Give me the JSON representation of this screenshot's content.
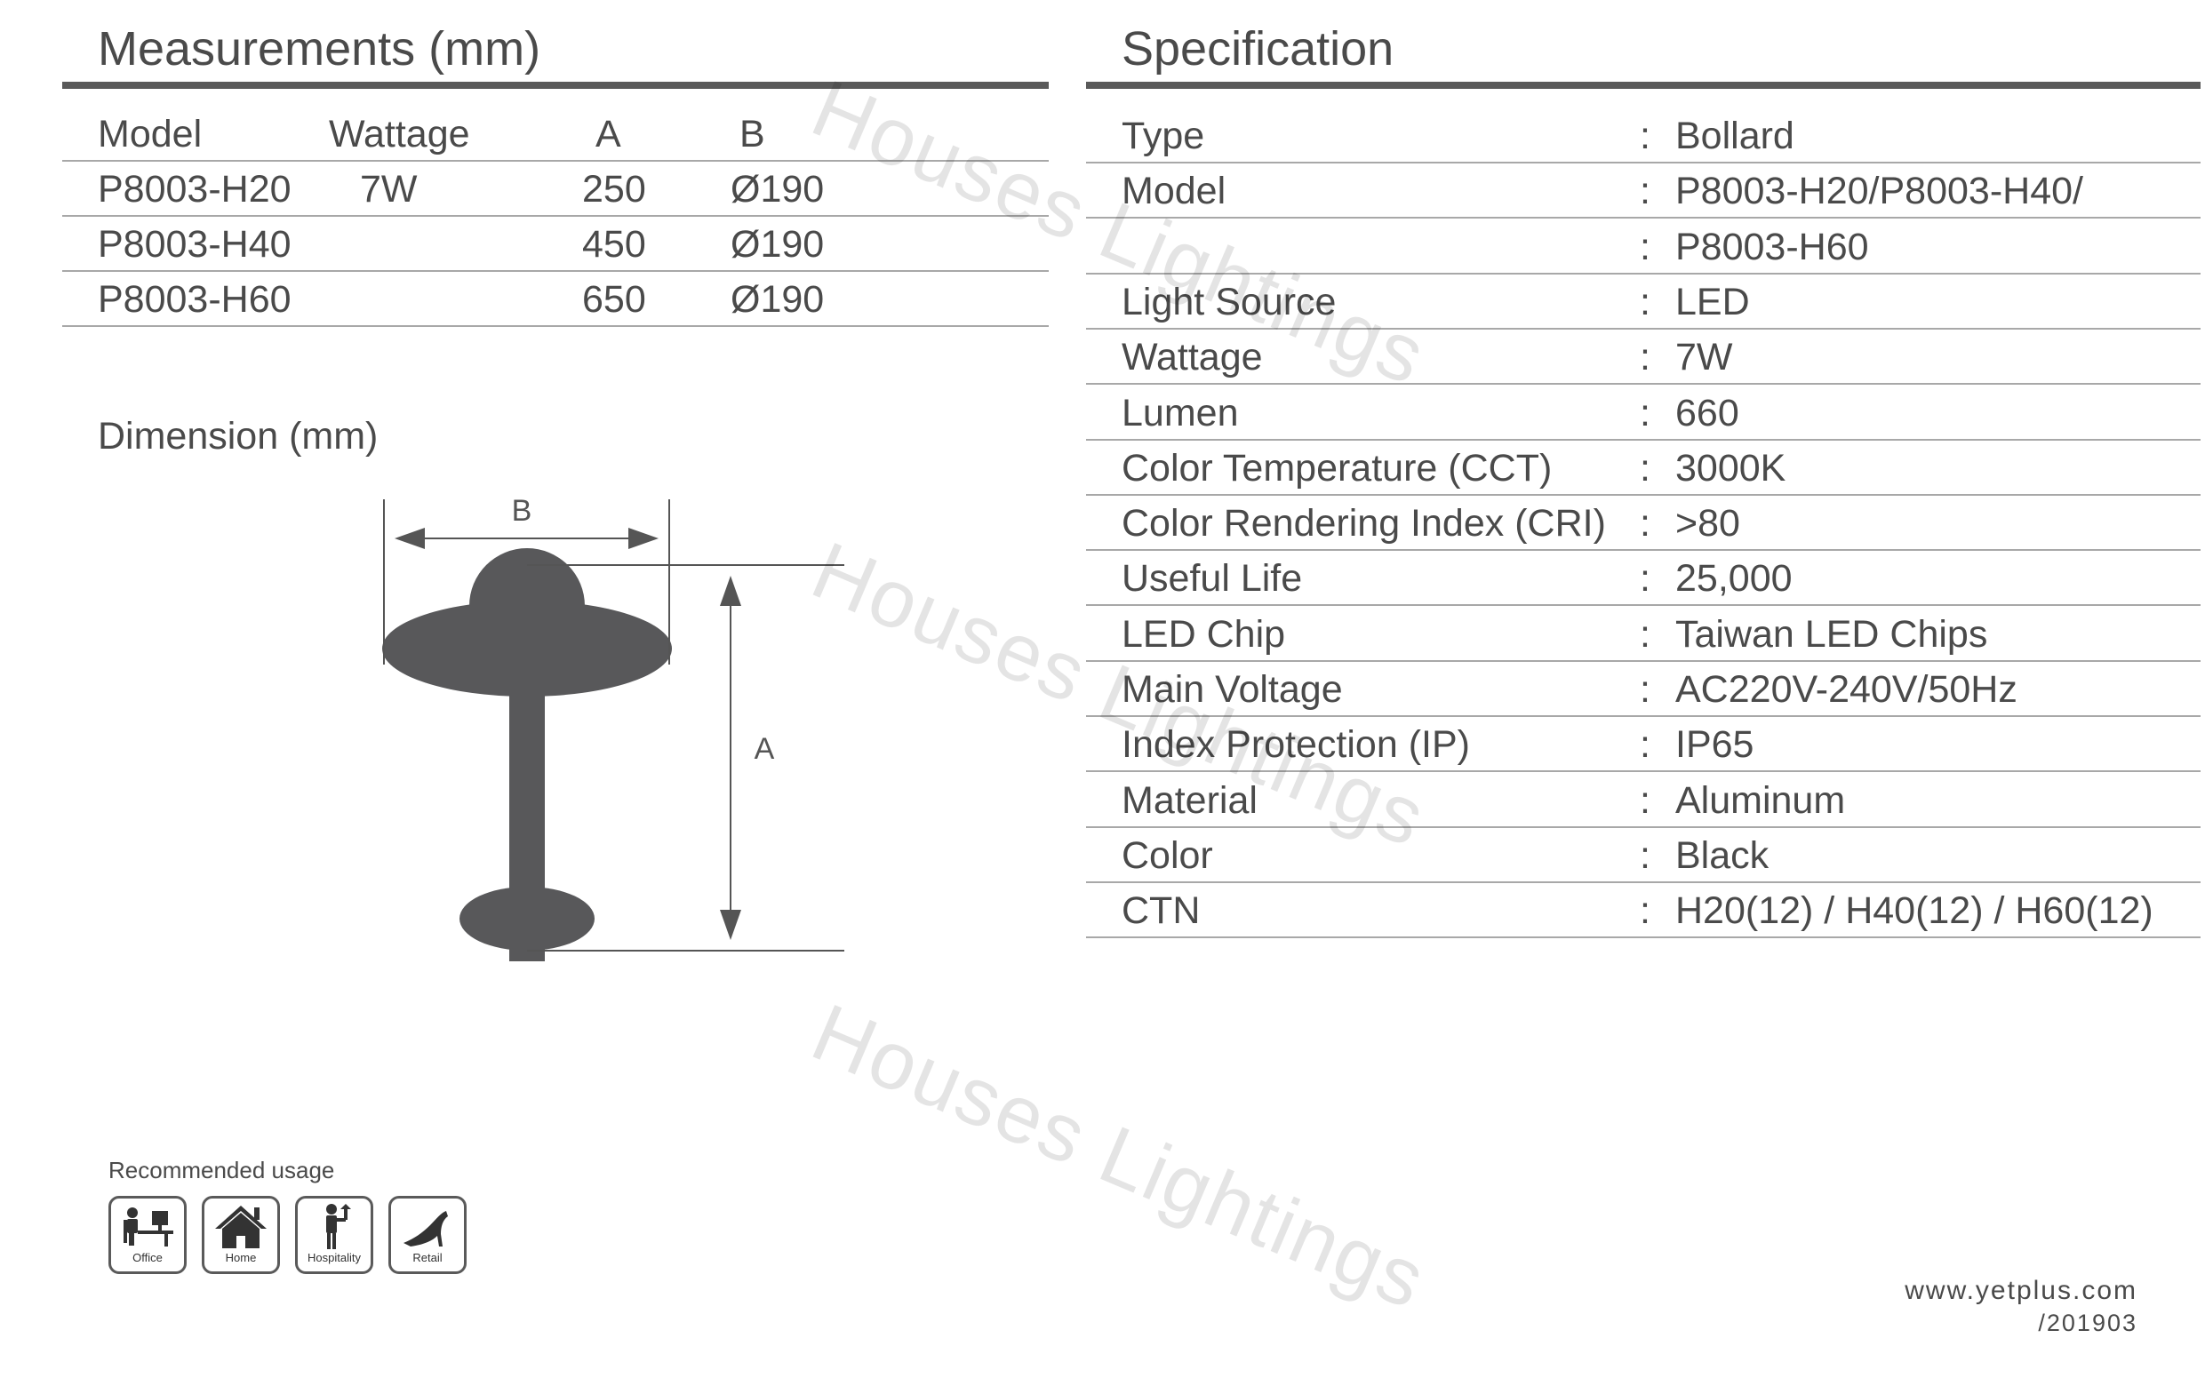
{
  "measurements": {
    "title": "Measurements (mm)",
    "headers": {
      "model": "Model",
      "wattage": "Wattage",
      "a": "A",
      "b": "B"
    },
    "rows": [
      {
        "model": "P8003-H20",
        "wattage": "7W",
        "a": "250",
        "b": "Ø190"
      },
      {
        "model": "P8003-H40",
        "wattage": "",
        "a": "450",
        "b": "Ø190"
      },
      {
        "model": "P8003-H60",
        "wattage": "",
        "a": "650",
        "b": "Ø190"
      }
    ]
  },
  "dimension": {
    "title": "Dimension (mm)",
    "label_b": "B",
    "label_a": "A"
  },
  "specification": {
    "title": "Specification",
    "separator": ":",
    "rows": [
      {
        "label": "Type",
        "value": "Bollard"
      },
      {
        "label": "Model",
        "value": "P8003-H20/P8003-H40/"
      },
      {
        "label": "",
        "value": "P8003-H60"
      },
      {
        "label": "Light Source",
        "value": "LED"
      },
      {
        "label": "Wattage",
        "value": "7W"
      },
      {
        "label": "Lumen",
        "value": "660"
      },
      {
        "label": "Color Temperature (CCT)",
        "value": "3000K"
      },
      {
        "label": "Color Rendering Index (CRI)",
        "value": ">80"
      },
      {
        "label": "Useful Life",
        "value": "25,000"
      },
      {
        "label": "LED Chip",
        "value": "Taiwan LED Chips"
      },
      {
        "label": "Main Voltage",
        "value": "AC220V-240V/50Hz"
      },
      {
        "label": "Index Protection (IP)",
        "value": "IP65"
      },
      {
        "label": "Material",
        "value": "Aluminum"
      },
      {
        "label": "Color",
        "value": "Black"
      },
      {
        "label": "CTN",
        "value": "H20(12) / H40(12) / H60(12)"
      }
    ]
  },
  "usage": {
    "title": "Recommended usage",
    "items": [
      {
        "label": "Office",
        "icon": "office-icon"
      },
      {
        "label": "Home",
        "icon": "home-icon"
      },
      {
        "label": "Hospitality",
        "icon": "hospitality-icon"
      },
      {
        "label": "Retail",
        "icon": "retail-icon"
      }
    ]
  },
  "watermark": {
    "text": "Houses Lightings"
  },
  "footer": {
    "website": "www.yetplus.com",
    "code": "/201903"
  },
  "colors": {
    "text": "#4a4a4a",
    "rule": "#5a5a5a",
    "thin_rule": "#a8a8a8",
    "fixture": "#58585a"
  }
}
